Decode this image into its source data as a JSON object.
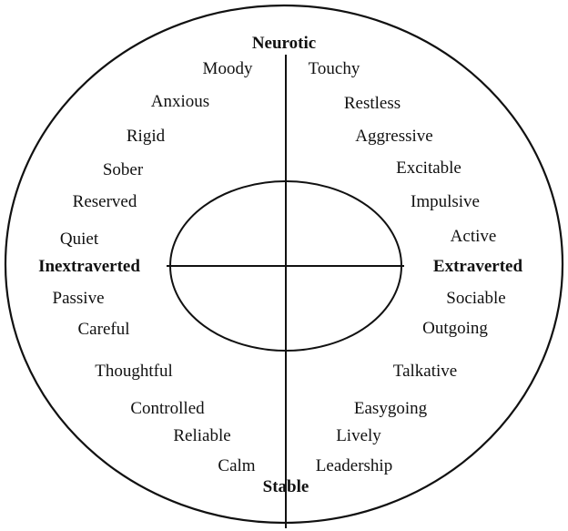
{
  "axes": {
    "top": "Neurotic",
    "bottom": "Stable",
    "left": "Inextraverted",
    "right": "Extraverted"
  },
  "traits": {
    "upper_left": [
      "Moody",
      "Anxious",
      "Rigid",
      "Sober",
      "Reserved",
      "Quiet"
    ],
    "upper_right": [
      "Touchy",
      "Restless",
      "Aggressive",
      "Excitable",
      "Impulsive",
      "Active"
    ],
    "lower_left": [
      "Passive",
      "Careful",
      "Thoughtful",
      "Controlled",
      "Reliable",
      "Calm"
    ],
    "lower_right": [
      "Sociable",
      "Outgoing",
      "Talkative",
      "Easygoing",
      "Lively",
      "Leadership"
    ]
  }
}
